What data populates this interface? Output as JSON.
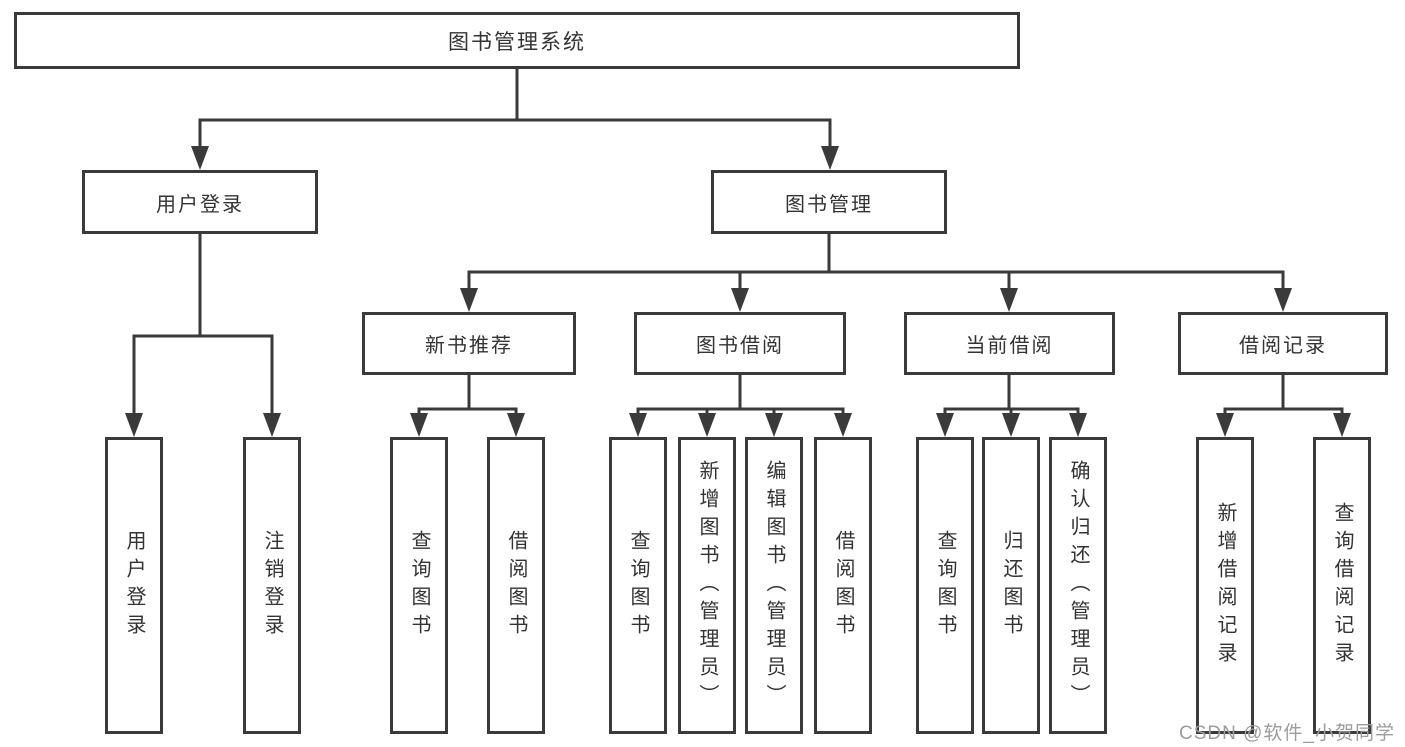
{
  "diagram": {
    "root": "图书管理系统",
    "level2": {
      "user_login": "用户登录",
      "book_mgmt": "图书管理"
    },
    "level3": {
      "new_book": "新书推荐",
      "book_borrow": "图书借阅",
      "current_borrow": "当前借阅",
      "borrow_record": "借阅记录"
    },
    "leaves": {
      "user_login": [
        "用户登录",
        "注销登录"
      ],
      "new_book": [
        "查询图书",
        "借阅图书"
      ],
      "book_borrow": [
        "查询图书",
        "新增图书（管理员）",
        "编辑图书（管理员）",
        "借阅图书"
      ],
      "current_borrow": [
        "查询图书",
        "归还图书",
        "确认归还（管理员）"
      ],
      "borrow_record": [
        "新增借阅记录",
        "查询借阅记录"
      ]
    }
  },
  "watermark": "CSDN @软件_小贺同学",
  "colors": {
    "line": "#3a3a3a",
    "text": "#333333",
    "watermark": "#9c9c9c",
    "background": "#ffffff"
  }
}
